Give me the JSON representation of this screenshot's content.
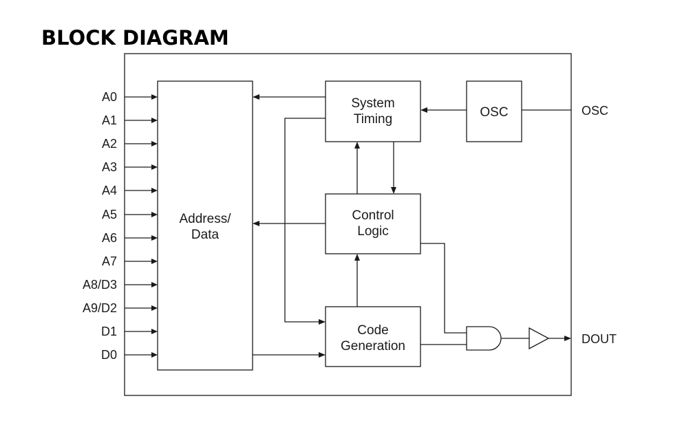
{
  "title": "BLOCK DIAGRAM",
  "inputs": [
    "A0",
    "A1",
    "A2",
    "A3",
    "A4",
    "A5",
    "A6",
    "A7",
    "A8/D3",
    "A9/D2",
    "D1",
    "D0"
  ],
  "blocks": {
    "address_data": [
      "Address/",
      "Data"
    ],
    "system_timing": [
      "System",
      "Timing"
    ],
    "osc": [
      "OSC"
    ],
    "control_logic": [
      "Control",
      "Logic"
    ],
    "code_generation": [
      "Code",
      "Generation"
    ]
  },
  "outputs": {
    "osc": "OSC",
    "dout": "DOUT"
  }
}
